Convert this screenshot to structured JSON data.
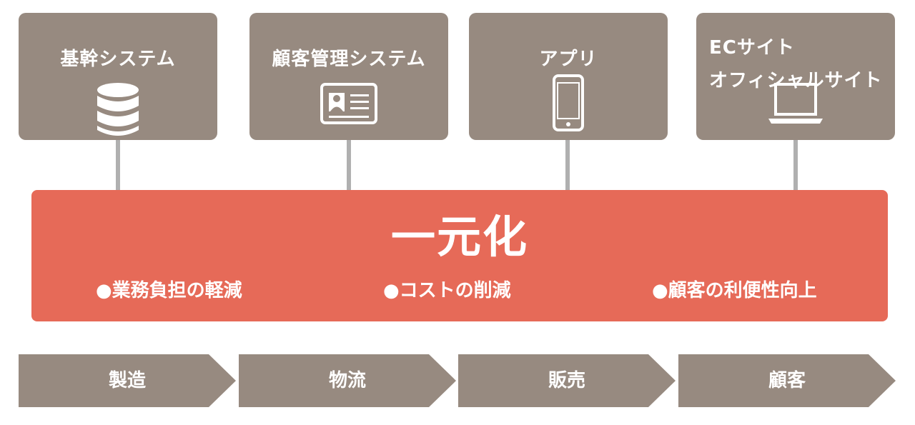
{
  "systems": [
    {
      "lines": [
        "基幹システム"
      ],
      "icon": "database-icon"
    },
    {
      "lines": [
        "顧客管理システム"
      ],
      "icon": "id-card-icon"
    },
    {
      "lines": [
        "アプリ"
      ],
      "icon": "smartphone-icon"
    },
    {
      "lines": [
        "ECサイト",
        "オフィシャルサイト"
      ],
      "icon": "laptop-icon"
    }
  ],
  "central": {
    "title": "一元化",
    "benefits": [
      "●業務負担の軽減",
      "●コストの削減",
      "●顧客の利便性向上"
    ]
  },
  "flow": [
    "製造",
    "物流",
    "販売",
    "顧客"
  ],
  "colors": {
    "box": "#978a80",
    "central": "#e66a58",
    "connector": "#b0b0b0",
    "text": "#ffffff"
  }
}
